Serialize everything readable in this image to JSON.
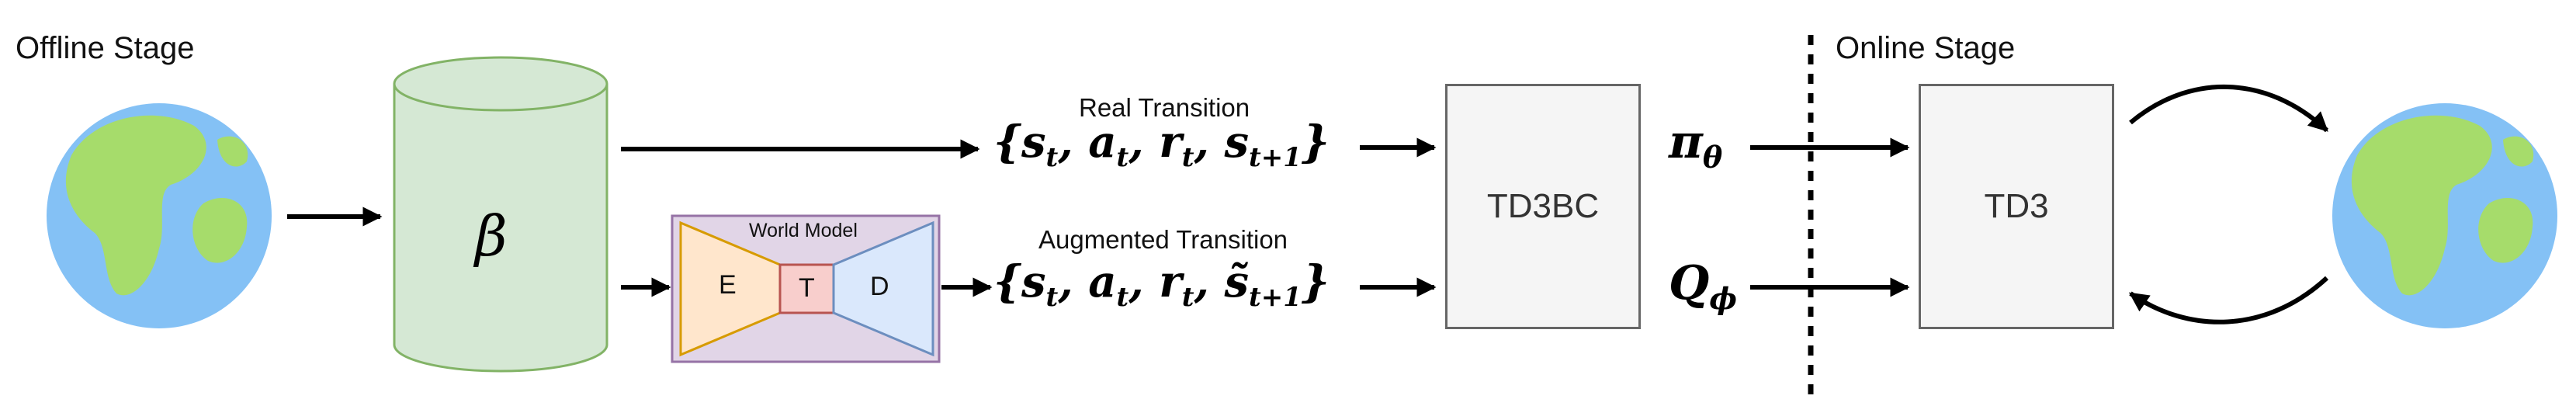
{
  "stages": {
    "offline": "Offline Stage",
    "online": "Online Stage"
  },
  "buffer": {
    "symbol": "β"
  },
  "world_model": {
    "title": "World Model",
    "encoder": "E",
    "transition": "T",
    "decoder": "D"
  },
  "transitions": {
    "real_label": "Real Transition",
    "real_tuple": "{s_t, a_t, r_t, s_{t+1}}",
    "augmented_label": "Augmented Transition",
    "augmented_tuple": "{s_t, a_t, r_t, s̃_{t+1}}"
  },
  "boxes": {
    "offline_algo": "TD3BC",
    "online_algo": "TD3"
  },
  "symbols": {
    "policy": "π",
    "policy_sub": "θ",
    "critic": "Q",
    "critic_sub": "ϕ"
  },
  "colors": {
    "ocean": "#84C1F5",
    "land": "#A6DC6B",
    "buffer_fill": "#D5E8D4",
    "buffer_stroke": "#82B366",
    "world_model_fill": "#E1D5E7",
    "world_model_stroke": "#9673A6",
    "encoder_fill": "#FFE6CC",
    "encoder_stroke": "#D79B00",
    "transition_fill": "#F8CECC",
    "transition_stroke": "#B85450",
    "decoder_fill": "#DAE8FC",
    "decoder_stroke": "#6C8EBF"
  }
}
